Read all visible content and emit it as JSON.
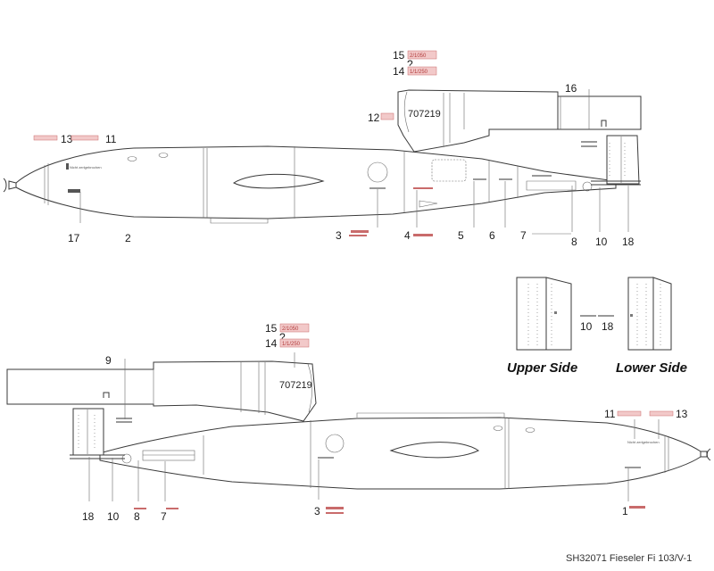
{
  "top_view": {
    "serial": "707219",
    "callouts": [
      "13",
      "11",
      "17",
      "2",
      "12",
      "15",
      "?",
      "14",
      "3",
      "4",
      "5",
      "6",
      "7",
      "8",
      "10",
      "18",
      "16"
    ],
    "red_stencils": {
      "c15": "2/1050",
      "c14": "1/1/250"
    },
    "stencil_label": "Nicht zerlgebrochen"
  },
  "bottom_view": {
    "serial": "707219",
    "callouts": [
      "9",
      "15",
      "?",
      "14",
      "18",
      "10",
      "8",
      "7",
      "3",
      "11",
      "13",
      "1"
    ],
    "red_stencils": {
      "c15": "2/1050",
      "c14": "1/1/250"
    },
    "stencil_label": "Nicht zerlgebrochen"
  },
  "rudder_detail": {
    "upper_label": "Upper Side",
    "lower_label": "Lower Side",
    "callouts": [
      "10",
      "18"
    ]
  },
  "footer": {
    "reference": "SH32071 Fieseler Fi 103/V-1"
  },
  "colors": {
    "line": "#3a3a3a",
    "stencil_red": "#c96b6b",
    "stencil_fill": "#f2c9c9",
    "background": "#ffffff"
  }
}
